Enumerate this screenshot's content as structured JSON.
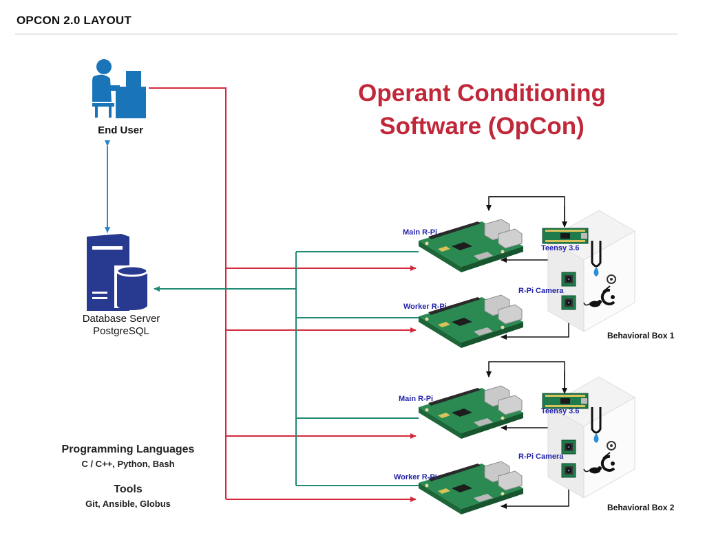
{
  "header": {
    "title": "OPCON 2.0 LAYOUT"
  },
  "main_title": {
    "line1": "Operant Conditioning",
    "line2": "Software (OpCon)"
  },
  "end_user": {
    "label": "End User"
  },
  "database": {
    "line1": "Database Server",
    "line2": "PostgreSQL"
  },
  "info": {
    "languages_heading": "Programming Languages",
    "languages": "C / C++, Python, Bash",
    "tools_heading": "Tools",
    "tools": "Git, Ansible, Globus"
  },
  "boxes": [
    {
      "main_label": "Main R-Pi",
      "worker_label": "Worker R-Pi",
      "teensy_label": "Teensy 3.6",
      "camera_label": "R-Pi Camera",
      "box_label": "Behavioral Box 1"
    },
    {
      "main_label": "Main R-Pi",
      "worker_label": "Worker R-Pi",
      "teensy_label": "Teensy 3.6",
      "camera_label": "R-Pi Camera",
      "box_label": "Behavioral Box 2"
    }
  ],
  "colors": {
    "red_link": "#d3293b",
    "green_link": "#1e8a73",
    "blue_link": "#2b85c9",
    "icon_navy": "#283a8f",
    "icon_blue": "#1a75b8",
    "title_red": "#c0283a"
  }
}
